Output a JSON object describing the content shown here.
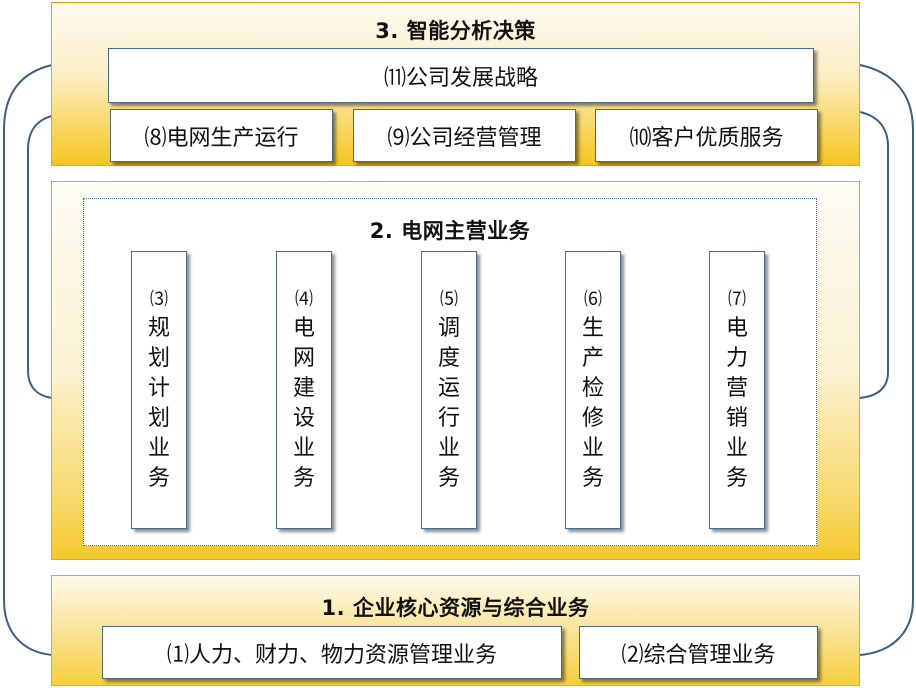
{
  "layers": {
    "top": {
      "title": "3. 智能分析决策",
      "strategy": "⑾公司发展战略",
      "items": [
        "⑻电网生产运行",
        "⑼公司经营管理",
        "⑽客户优质服务"
      ]
    },
    "middle": {
      "title": "2. 电网主营业务",
      "columns": [
        {
          "num": "⑶",
          "chars": [
            "规",
            "划",
            "计",
            "划",
            "业",
            "务"
          ]
        },
        {
          "num": "⑷",
          "chars": [
            "电",
            "网",
            "建",
            "设",
            "业",
            "务"
          ]
        },
        {
          "num": "⑸",
          "chars": [
            "调",
            "度",
            "运",
            "行",
            "业",
            "务"
          ]
        },
        {
          "num": "⑹",
          "chars": [
            "生",
            "产",
            "检",
            "修",
            "业",
            "务"
          ]
        },
        {
          "num": "⑺",
          "chars": [
            "电",
            "力",
            "营",
            "销",
            "业",
            "务"
          ]
        }
      ]
    },
    "bottom": {
      "title": "1. 企业核心资源与综合业务",
      "items": [
        "⑴人力、财力、物力资源管理业务",
        "⑵综合管理业务"
      ]
    }
  },
  "colors": {
    "layer_border": "#f1a30f",
    "box_border": "#4a6a8a",
    "connector": "#3f5f80",
    "panel_border": "#3a6ea5"
  }
}
